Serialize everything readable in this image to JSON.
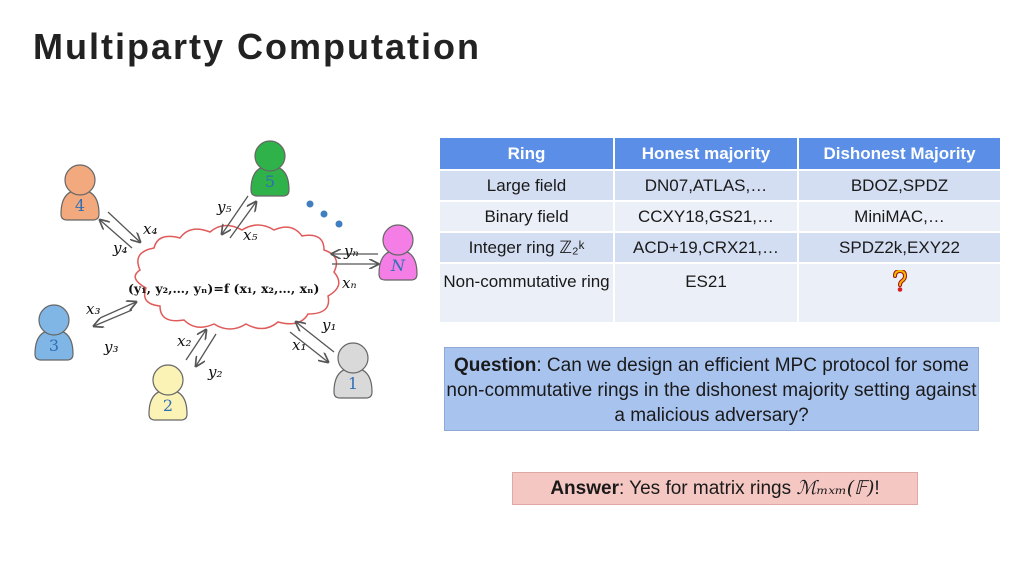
{
  "title": "Multiparty Computation",
  "diagram": {
    "cloud_lhs": "(y₁, y₂,…, yₙ)",
    "cloud_eq": "=",
    "cloud_rhs": "f (x₁, x₂,…, xₙ)",
    "parties": [
      {
        "label": "1",
        "color": "#d9d9d9"
      },
      {
        "label": "2",
        "color": "#fbf2b6"
      },
      {
        "label": "3",
        "color": "#7fb6e6"
      },
      {
        "label": "4",
        "color": "#f2a97e"
      },
      {
        "label": "5",
        "color": "#2fb24a"
      },
      {
        "label": "N",
        "color": "#f47ee6"
      }
    ],
    "dots_color": "#3f7fc0",
    "arrow_labels": {
      "x1": "x₁",
      "y1": "y₁",
      "x2": "x₂",
      "y2": "y₂",
      "x3": "x₃",
      "y3": "y₃",
      "x4": "x₄",
      "y4": "y₄",
      "x5": "x₅",
      "y5": "y₅",
      "xN": "xₙ",
      "yN": "yₙ"
    }
  },
  "table": {
    "headers": [
      "Ring",
      "Honest majority",
      "Dishonest Majority"
    ],
    "rows": [
      [
        "Large field",
        "DN07,ATLAS,…",
        "BDOZ,SPDZ"
      ],
      [
        "Binary field",
        "CCXY18,GS21,…",
        "MiniMAC,…"
      ],
      [
        "Integer ring ℤ₂ᵏ",
        "ACD+19,CRX21,…",
        "SPDZ2k,EXY22"
      ],
      [
        "Non-commutative ring",
        "ES21",
        ""
      ]
    ],
    "question_mark_icon": "question-mark-icon",
    "header_color": "#5b8ee6"
  },
  "question": {
    "lead": "Question",
    "text": ": Can we design an efficient MPC protocol for some non-commutative rings in the dishonest majority setting against a malicious adversary?"
  },
  "answer": {
    "lead": "Answer",
    "text": ": Yes for matrix rings ",
    "math": "ℳₘₓₘ(𝔽)",
    "end": "!"
  }
}
